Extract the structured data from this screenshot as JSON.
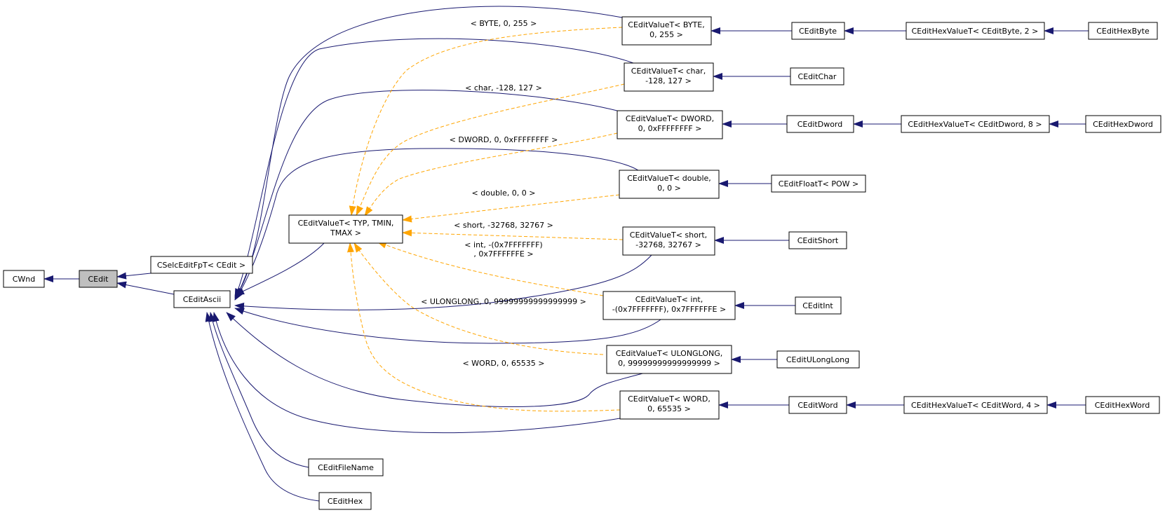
{
  "colors": {
    "inheritance_edge": "#191970",
    "template_edge": "#ffa500",
    "highlight_node": "#bfbfbf"
  },
  "nodes": {
    "cwnd": [
      "CWnd"
    ],
    "cedit": [
      "CEdit"
    ],
    "cselc": [
      "CSelcEditFpT< CEdit >"
    ],
    "ceditascii": [
      "CEditAscii"
    ],
    "template": [
      "CEditValueT< TYP, TMIN,",
      "TMAX >"
    ],
    "v_byte": [
      "CEditValueT< BYTE,",
      "0, 255 >"
    ],
    "v_char": [
      "CEditValueT< char,",
      "-128, 127 >"
    ],
    "v_dword": [
      "CEditValueT< DWORD,",
      "0, 0xFFFFFFFF >"
    ],
    "v_double": [
      "CEditValueT< double,",
      "0, 0 >"
    ],
    "v_short": [
      "CEditValueT< short,",
      "-32768, 32767 >"
    ],
    "v_int": [
      "CEditValueT< int,",
      "-(0x7FFFFFFF), 0x7FFFFFFE >"
    ],
    "v_ulonglong": [
      "CEditValueT< ULONGLONG,",
      "0, 99999999999999999 >"
    ],
    "v_word": [
      "CEditValueT< WORD,",
      "0, 65535 >"
    ],
    "ceditbyte": [
      "CEditByte"
    ],
    "ceditchar": [
      "CEditChar"
    ],
    "ceditdword": [
      "CEditDword"
    ],
    "ceditfloat": [
      "CEditFloatT< POW >"
    ],
    "ceditshort": [
      "CEditShort"
    ],
    "ceditint": [
      "CEditInt"
    ],
    "ceditulonglong": [
      "CEditULongLong"
    ],
    "ceditword": [
      "CEditWord"
    ],
    "hex_byte_t": [
      "CEditHexValueT< CEditByte, 2 >"
    ],
    "hex_dword_t": [
      "CEditHexValueT< CEditDword, 8 >"
    ],
    "hex_word_t": [
      "CEditHexValueT< CEditWord, 4 >"
    ],
    "cedithexbyte": [
      "CEditHexByte"
    ],
    "cedithexdword": [
      "CEditHexDword"
    ],
    "cedithexword": [
      "CEditHexWord"
    ],
    "ceditfilename": [
      "CEditFileName"
    ],
    "cedithex": [
      "CEditHex"
    ]
  },
  "edge_labels": {
    "byte": [
      "< BYTE, 0, 255 >"
    ],
    "char": [
      "< char, -128, 127 >"
    ],
    "dword": [
      "< DWORD, 0, 0xFFFFFFFF >"
    ],
    "double": [
      "< double, 0, 0 >"
    ],
    "short": [
      "< short, -32768, 32767 >"
    ],
    "int": [
      "< int, -(0x7FFFFFFF)",
      ", 0x7FFFFFFE >"
    ],
    "ulonglong": [
      "< ULONGLONG, 0, 99999999999999999 >"
    ],
    "word": [
      "< WORD, 0, 65535 >"
    ]
  }
}
